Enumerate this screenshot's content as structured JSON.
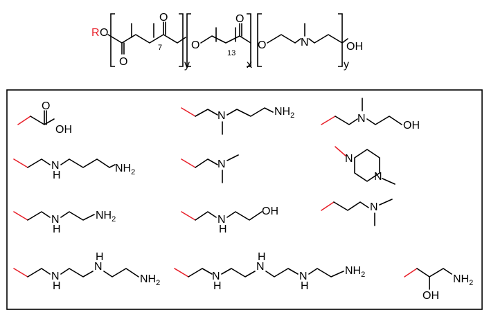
{
  "backbone": {
    "r_group": "R",
    "atoms": {
      "ester_o": "O",
      "carbonyl_o_1": "O",
      "carbonyl_o_2": "O",
      "ring_o_1": "O",
      "carbonyl_o_3": "O",
      "chain_o": "O",
      "amine_n": "N",
      "terminal_oh": "OH"
    },
    "subscripts": {
      "azelaic_ch2": "7",
      "pentadecalactone_ch2": "13"
    },
    "repeat_labels": {
      "first": "y",
      "second": "x",
      "third": "y"
    }
  },
  "substituents": [
    {
      "labels": [
        "O",
        "OH"
      ]
    },
    {
      "labels": [
        "N",
        "NH2"
      ]
    },
    {
      "labels": [
        "N",
        "OH"
      ]
    },
    {
      "labels": [
        "H",
        "N",
        "NH2"
      ]
    },
    {
      "labels": [
        "N"
      ]
    },
    {
      "labels": [
        "N",
        "N"
      ]
    },
    {
      "labels": [
        "H",
        "N",
        "NH2"
      ]
    },
    {
      "labels": [
        "H",
        "N",
        "OH"
      ]
    },
    {
      "labels": [
        "N"
      ]
    },
    {
      "labels": [
        "H",
        "N",
        "H",
        "N",
        "NH2"
      ]
    },
    {
      "labels": [
        "H",
        "N",
        "H",
        "N",
        "H",
        "N",
        "NH2"
      ]
    },
    {
      "labels": [
        "NH2",
        "OH"
      ]
    }
  ],
  "colors": {
    "attachment_bond": "#e8202a",
    "r_group": "#e8202a",
    "ink": "#000000"
  }
}
